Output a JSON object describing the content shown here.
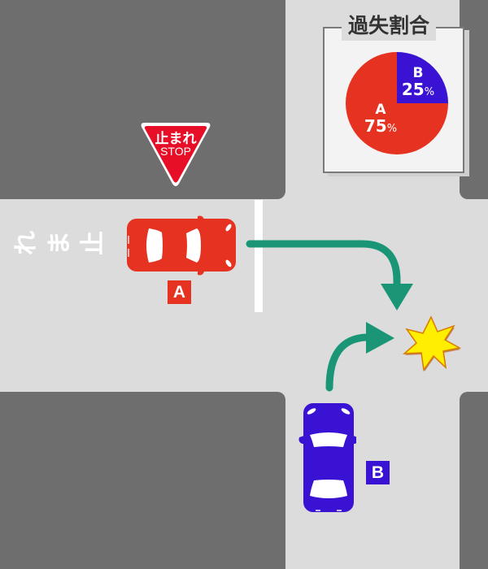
{
  "title": "過失割合",
  "sign": {
    "japanese": "止まれ",
    "english": "STOP",
    "color": "#e60f27"
  },
  "road_marking": {
    "chars": [
      "止",
      "ま",
      "れ"
    ],
    "text": "止まれ"
  },
  "vehicles": [
    {
      "id": "A",
      "label": "A",
      "color": "#e63321",
      "direction": "heading east, turning right"
    },
    {
      "id": "B",
      "label": "B",
      "color": "#3a12d3",
      "direction": "heading north, turning right"
    }
  ],
  "colors": {
    "road": "#dcdcdc",
    "block": "#6e6e6e",
    "arrow": "#1a9677",
    "collision": "#ffee00"
  },
  "chart_data": {
    "type": "pie",
    "title": "過失割合",
    "categories": [
      "A",
      "B"
    ],
    "values": [
      75,
      25
    ],
    "unit": "%",
    "colors": [
      "#e63321",
      "#3a12d3"
    ],
    "labels": [
      {
        "name": "A",
        "value": "75",
        "unit": "%"
      },
      {
        "name": "B",
        "value": "25",
        "unit": "%"
      }
    ]
  }
}
